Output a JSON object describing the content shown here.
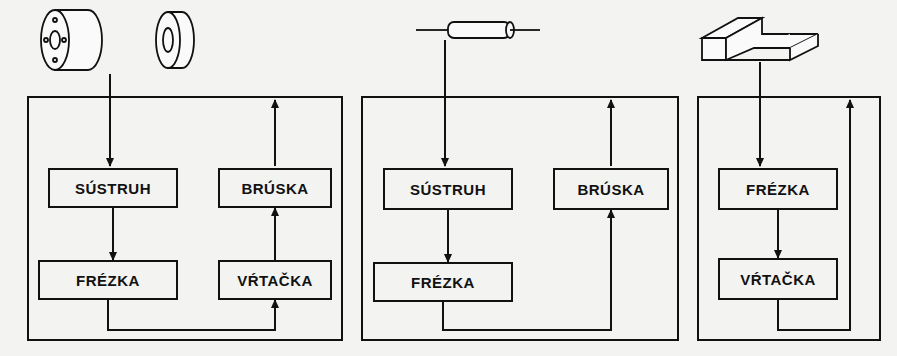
{
  "diagram": {
    "nodes": [
      {
        "text": [
          "SÚSTRUH"
        ]
      },
      {
        "text": [
          "BRÚSKA"
        ]
      },
      {
        "text": [
          "FRÉZKA"
        ]
      },
      {
        "text": [
          "VŔTAČKA"
        ]
      },
      {
        "text": [
          "SÚSTRUH"
        ]
      },
      {
        "text": [
          "BRÚSKA"
        ]
      },
      {
        "text": [
          "FRÉZKA"
        ]
      },
      {
        "text": [
          "FRÉZKA"
        ]
      },
      {
        "text": [
          "VŔTAČKA"
        ]
      }
    ],
    "edges": [
      {
        "from": 0,
        "to": 2,
        "arrow": "to"
      },
      {
        "from": 2,
        "to": 3,
        "arrow": "to"
      },
      {
        "from": 3,
        "to": 1,
        "arrow": "to"
      },
      {
        "from": 4,
        "to": 6,
        "arrow": "to"
      },
      {
        "from": 6,
        "to": 5,
        "arrow": "to"
      },
      {
        "from": 7,
        "to": 8,
        "arrow": "to"
      }
    ]
  }
}
